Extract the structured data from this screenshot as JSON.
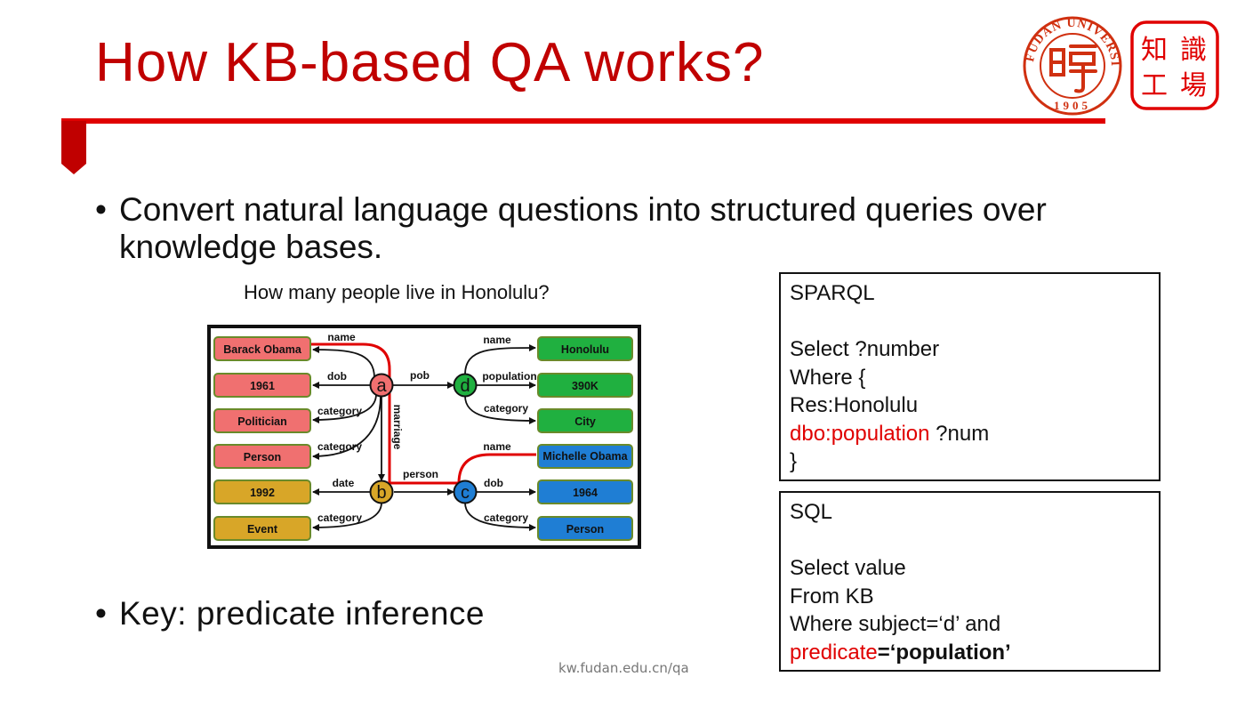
{
  "slide": {
    "title": "How KB-based QA works?",
    "bullet1": "Convert natural language questions into structured queries over knowledge bases.",
    "bullet2": "Key: predicate inference",
    "question": "How many people live in Honolulu?",
    "footer": "kw.fudan.edu.cn/qa"
  },
  "logos": {
    "university_text": "FUDAN UNIVERSITY",
    "university_year": "1905",
    "lab_chars": [
      "知",
      "識",
      "工",
      "場"
    ]
  },
  "sparql": {
    "header": "SPARQL",
    "line1": "Select ?number",
    "line2": "Where {",
    "line3": "Res:Honolulu",
    "line4_red": "dbo:population",
    "line4_rest": " ?num",
    "line5": "}"
  },
  "sql": {
    "header": "SQL",
    "line1": "Select value",
    "line2": "From KB",
    "line3": "Where subject=‘d’ and",
    "line4_red": "predicate",
    "line4_bold": "=‘population’"
  },
  "graph": {
    "colors": {
      "red": "#f07070",
      "green": "#20b040",
      "blue": "#1f7ed4",
      "gold": "#d8a628",
      "path": "#e00000"
    },
    "hubs": {
      "a": "a",
      "b": "b",
      "c": "c",
      "d": "d"
    },
    "left_nodes": [
      "Barack Obama",
      "1961",
      "Politician",
      "Person",
      "1992",
      "Event"
    ],
    "right_nodes": [
      "Honolulu",
      "390K",
      "City",
      "Michelle Obama",
      "1964",
      "Person"
    ],
    "edges": {
      "a_name": "name",
      "a_dob": "dob",
      "a_category1": "category",
      "a_category2": "category",
      "a_pob": "pob",
      "a_marriage": "marriage",
      "d_name": "name",
      "d_population": "population",
      "d_category": "category",
      "b_date": "date",
      "b_category": "category",
      "b_person": "person",
      "c_name": "name",
      "c_dob": "dob",
      "c_category": "category"
    }
  }
}
